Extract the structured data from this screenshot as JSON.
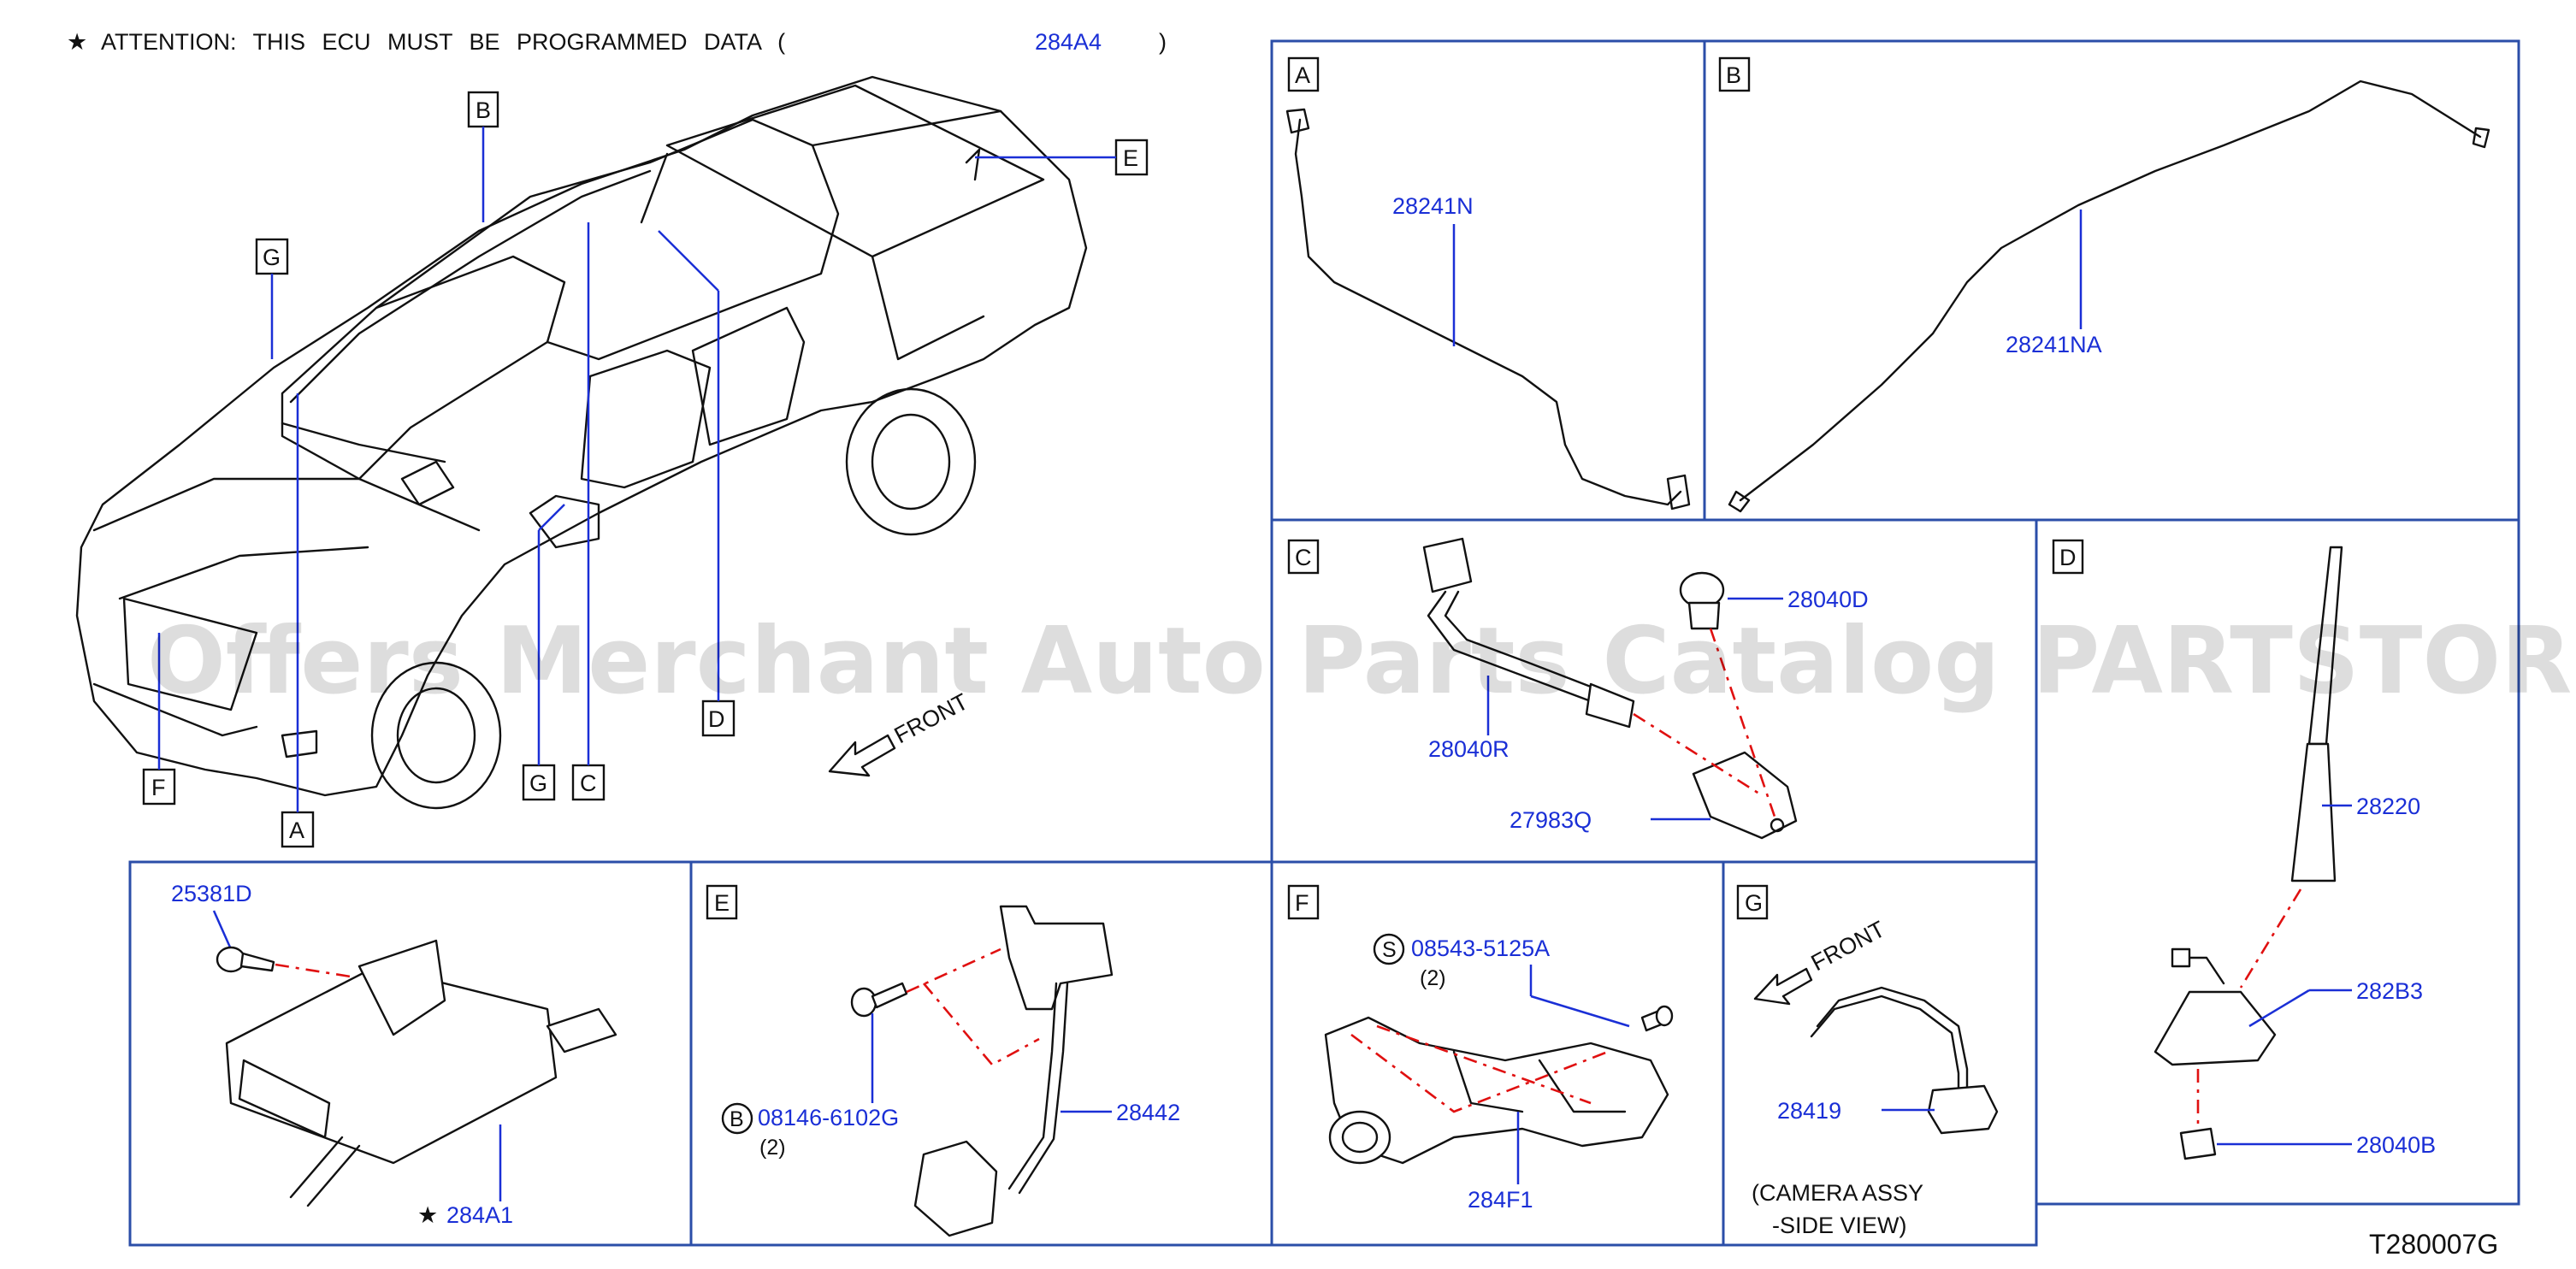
{
  "header": {
    "star": "★",
    "attention": "ATTENTION:  THIS  ECU  MUST  BE  PROGRAMMED  DATA  (",
    "attention_code": "284A4",
    "attention_close": ")"
  },
  "drawing_code": "T280007G",
  "watermark": "Offers Merchant Auto Parts Catalog PARTSTORE.SA",
  "overview": {
    "labels": [
      "A",
      "B",
      "C",
      "D",
      "E",
      "F",
      "G",
      "G"
    ],
    "front_label": "FRONT"
  },
  "panels": {
    "A": {
      "letter": "A",
      "part": "28241N"
    },
    "B": {
      "letter": "B",
      "part": "28241NA"
    },
    "C": {
      "letter": "C",
      "part_antenna": "28040D",
      "part_cable": "28040R",
      "part_bracket": "27983Q"
    },
    "D": {
      "letter": "D",
      "part_rod": "28220",
      "part_base": "282B3",
      "part_nut": "28040B"
    },
    "ecu": {
      "part_bolt": "25381D",
      "star": "★",
      "part_ecu": "284A1"
    },
    "E": {
      "letter": "E",
      "bolt_symbol": "B",
      "part_bolt": "08146-6102G",
      "qty": "(2)",
      "part_sensor": "28442"
    },
    "F": {
      "letter": "F",
      "screw_symbol": "S",
      "part_screw": "08543-5125A",
      "qty": "(2)",
      "part_camera": "284F1"
    },
    "G": {
      "letter": "G",
      "front_label": "FRONT",
      "part": "28419",
      "note_line1": "(CAMERA   ASSY",
      "note_line2": "-SIDE  VIEW)"
    }
  }
}
